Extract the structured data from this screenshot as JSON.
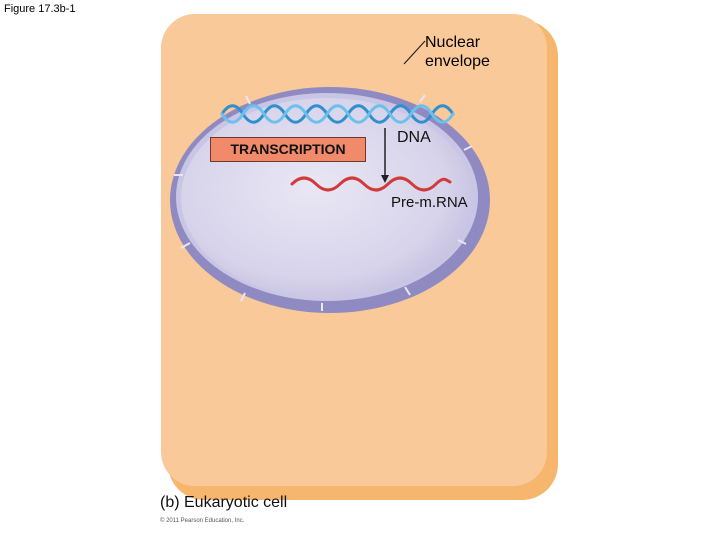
{
  "figure_label": "Figure 17.3b-1",
  "labels": {
    "nuclear_envelope_line1": "Nuclear",
    "nuclear_envelope_line2": "envelope",
    "dna": "DNA",
    "transcription": "TRANSCRIPTION",
    "pre_mrna": "Pre-m.RNA"
  },
  "caption": "(b) Eukaryotic cell",
  "copyright": "© 2011 Pearson Education, Inc.",
  "colors": {
    "cell_fill": "#f9c99a",
    "cell_edge": "#f5b46c",
    "nucleus_fill": "#d7d3ea",
    "nucleus_edge": "#9d99c8",
    "dna": "#3a9bd6",
    "rna": "#d23a3a",
    "transcription_box": "#f08a6a"
  }
}
